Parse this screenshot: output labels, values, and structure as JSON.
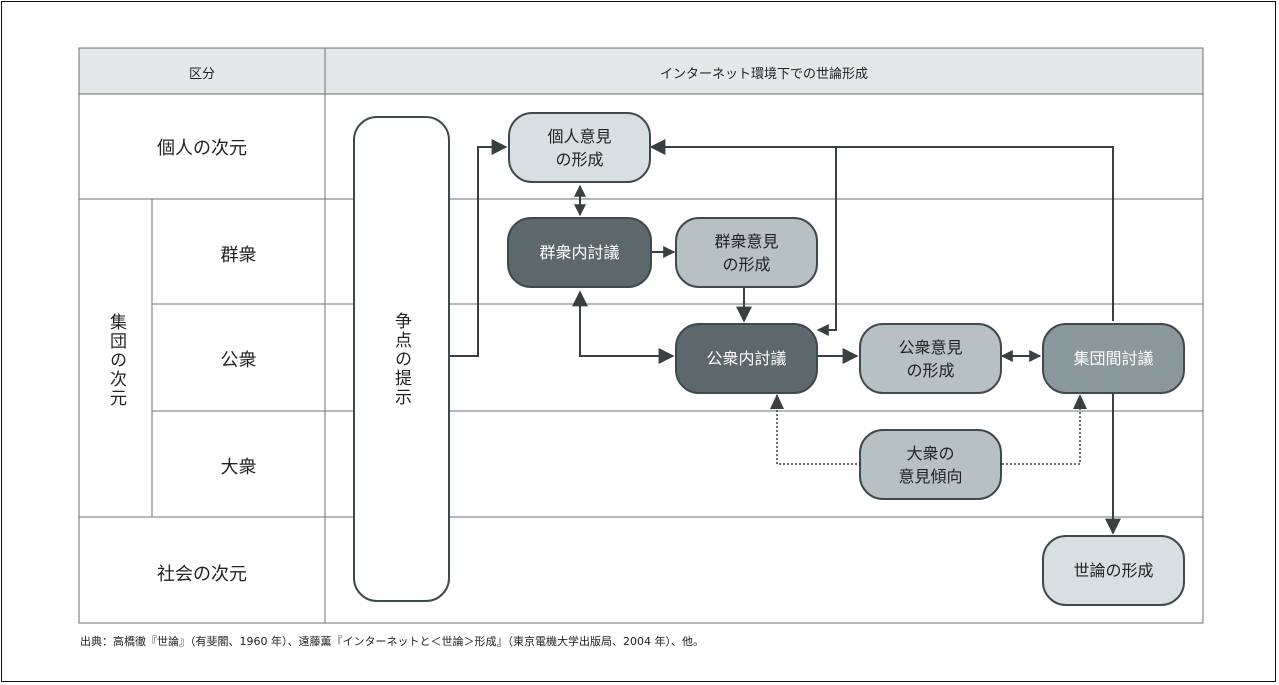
{
  "header": {
    "col_category": "区分",
    "col_main": "インターネット環境下での世論形成"
  },
  "rows": {
    "individual": "個人の次元",
    "group_dimension": "集団の次元",
    "crowd": "群衆",
    "public": "公衆",
    "mass": "大衆",
    "society": "社会の次元"
  },
  "issue_presentation": "争点の提示",
  "nodes": {
    "individual_opinion": "個人意見\nの形成",
    "crowd_discussion": "群衆内討議",
    "crowd_opinion": "群衆意見\nの形成",
    "public_discussion": "公衆内討議",
    "public_opinion": "公衆意見\nの形成",
    "intergroup_discussion": "集団間討議",
    "mass_tendency": "大衆の\n意見傾向",
    "public_opinion_formation": "世論の形成"
  },
  "source": "出典：高橋徹『世論』（有斐閣、1960 年）、遠藤薫『インターネットと＜世論＞形成』（東京電機大学出版局、2004 年）、他。",
  "colors": {
    "header_bg": "#e4e8e8",
    "node_light": "#d8dfe0",
    "node_mid": "#b7c1c3",
    "node_gray": "#8b989b",
    "node_dark": "#5c686c",
    "line": "#3a3f42"
  }
}
